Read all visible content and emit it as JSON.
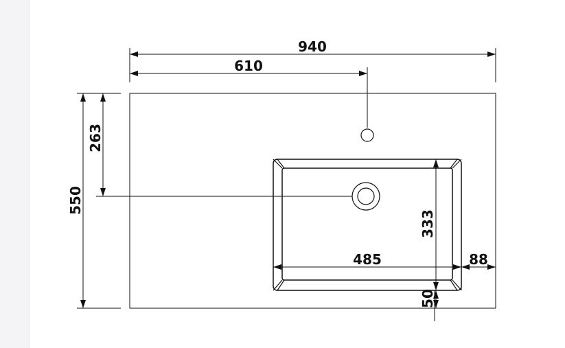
{
  "colors": {
    "line": "#111111",
    "background": "#ffffff",
    "side_panel": "#f4f4f6"
  },
  "dimensions": {
    "overall_width": "940",
    "tap_offset": "610",
    "overall_depth": "550",
    "drain_offset": "263",
    "basin_width": "485",
    "basin_depth": "333",
    "side_margin": "88",
    "front_margin": "50"
  }
}
